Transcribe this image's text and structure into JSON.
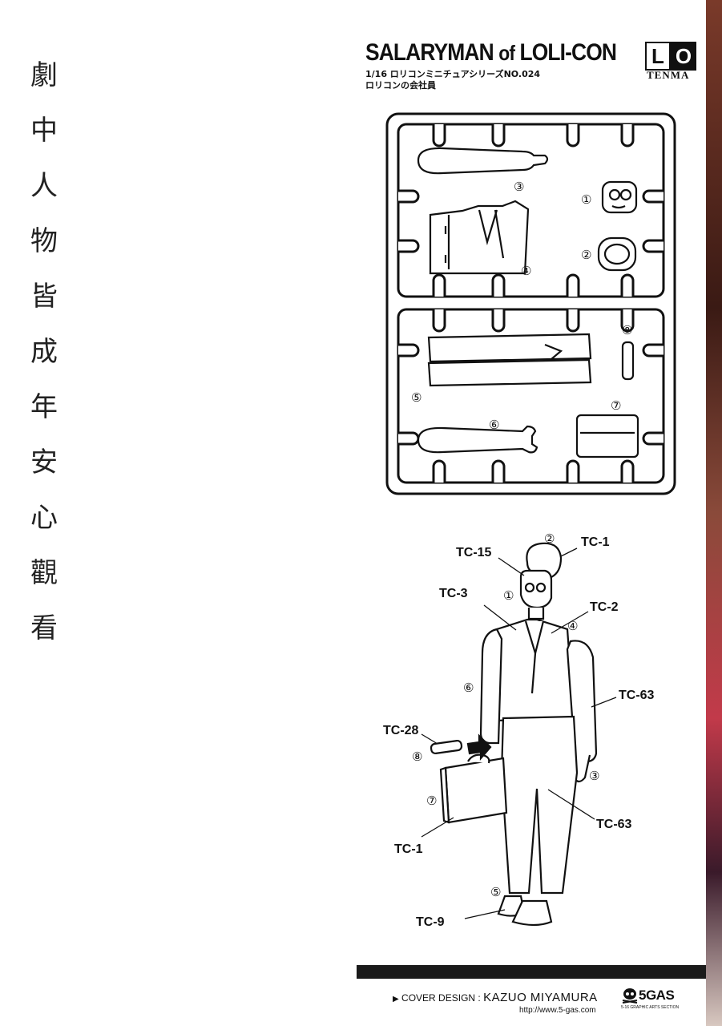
{
  "vertical_text": [
    "劇",
    "中",
    "人",
    "物",
    "皆",
    "成",
    "年",
    "安",
    "心",
    "觀",
    "看"
  ],
  "title": {
    "main": "SALARYMAN",
    "of": "of",
    "rest": "LOLI-CON",
    "series_line": "1/16 ロリコンミニチュアシリーズNO.024",
    "jp_title": "ロリコンの会社員"
  },
  "logo": {
    "l": "L",
    "o": "O",
    "brand": "TENMA"
  },
  "parts": {
    "n1": "①",
    "n2": "②",
    "n3": "③",
    "n4": "④",
    "n5": "⑤",
    "n6": "⑥",
    "n7": "⑦",
    "n8": "⑧"
  },
  "paint_labels": {
    "hair": "TC-1",
    "glasses": "TC-15",
    "face": "TC-3",
    "tie": "TC-2",
    "sleeve": "TC-63",
    "baton": "TC-28",
    "pants": "TC-63",
    "bag": "TC-1",
    "shoes": "TC-9"
  },
  "footer": {
    "credit_prefix": "COVER DESIGN",
    "separator": ":",
    "designer": "KAZUO MIYAMURA",
    "url": "http://www.5-gas.com",
    "brand": "5GAS",
    "brand_sub": "5-16 GRAPHIC ARTS SECTION"
  }
}
